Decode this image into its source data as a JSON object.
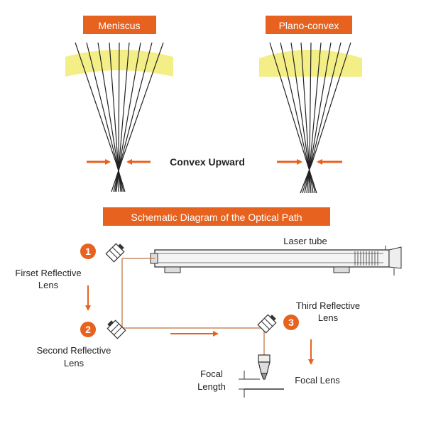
{
  "top": {
    "meniscus_label": "Meniscus",
    "plano_convex_label": "Plano-convex",
    "convex_upward_label": "Convex Upward"
  },
  "banner": {
    "title": "Schematic Diagram of the Optical Path"
  },
  "path": {
    "laser_tube_label": "Laser tube",
    "step1_number": "1",
    "step1_label_line1": "Firset Reflective",
    "step1_label_line2": "Lens",
    "step2_number": "2",
    "step2_label_line1": "Second Reflective",
    "step2_label_line2": "Lens",
    "step3_number": "3",
    "step3_label_line1": "Third Reflective",
    "step3_label_line2": "Lens",
    "focal_length_line1": "Focal",
    "focal_length_line2": "Length",
    "focal_lens_label": "Focal Lens"
  },
  "colors": {
    "accent": "#e8621f",
    "lens_yellow": "#f3ee86",
    "beam": "#c98a60",
    "ink": "#222222"
  },
  "icons": {
    "mirror": "mirror-mount-icon",
    "arrow": "arrow-icon",
    "nozzle": "laser-head-icon"
  }
}
